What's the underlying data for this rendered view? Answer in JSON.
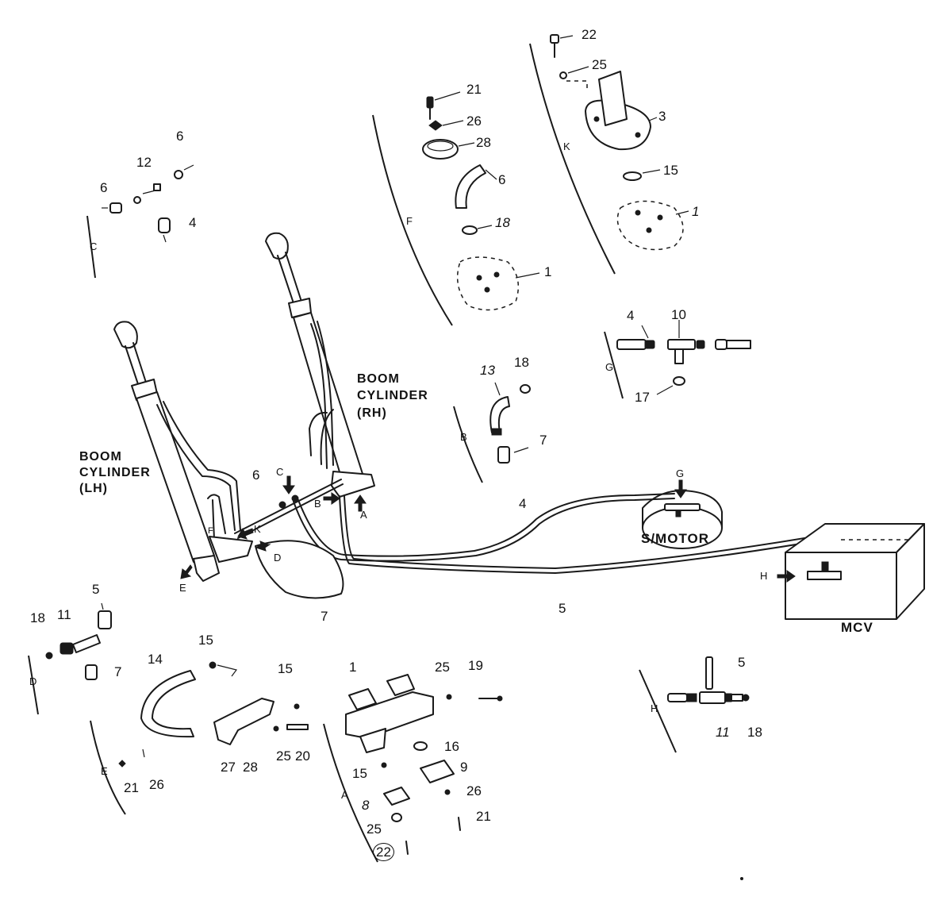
{
  "cylinders": {
    "lh_line1": "BOOM",
    "lh_line2": "CYLINDER",
    "lh_line3": "(LH)",
    "rh_line1": "BOOM",
    "rh_line2": "CYLINDER",
    "rh_line3": "(RH)"
  },
  "components": {
    "swing_motor": "S/MOTOR",
    "mcv": "MCV"
  },
  "callouts": {
    "c_6a": "6",
    "c_12": "12",
    "c_6b": "6",
    "c_4": "4",
    "f_21": "21",
    "f_26": "26",
    "f_28": "28",
    "f_6": "6",
    "f_18": "18",
    "f_1": "1",
    "k_22": "22",
    "k_25": "25",
    "k_3": "3",
    "k_15": "15",
    "k_1": "1",
    "g_4": "4",
    "g_10": "10",
    "g_17": "17",
    "b_13": "13",
    "b_18": "18",
    "b_7": "7",
    "m_6": "6",
    "m_4": "4",
    "m_5": "5",
    "m_7": "7",
    "d_5": "5",
    "d_18": "18",
    "d_11": "11",
    "d_7": "7",
    "e_14": "14",
    "e_15a": "15",
    "e_15b": "15",
    "e_27": "27",
    "e_28": "28",
    "e_25": "25",
    "e_20": "20",
    "e_21": "21",
    "e_26": "26",
    "a_1": "1",
    "a_25a": "25",
    "a_19": "19",
    "a_16": "16",
    "a_15": "15",
    "a_9": "9",
    "a_26": "26",
    "a_8": "8",
    "a_25b": "25",
    "a_21": "21",
    "a_22": "22",
    "h_5": "5",
    "h_11": "11",
    "h_18": "18"
  },
  "view_letters": {
    "C": "C",
    "F": "F",
    "K": "K",
    "G": "G",
    "B": "B",
    "D": "D",
    "E": "E",
    "A": "A",
    "H": "H"
  },
  "arrow_letters": {
    "C": "C",
    "B": "B",
    "A": "A",
    "K": "K",
    "D": "D",
    "E": "E",
    "G": "G",
    "H": "H",
    "F": "F"
  }
}
